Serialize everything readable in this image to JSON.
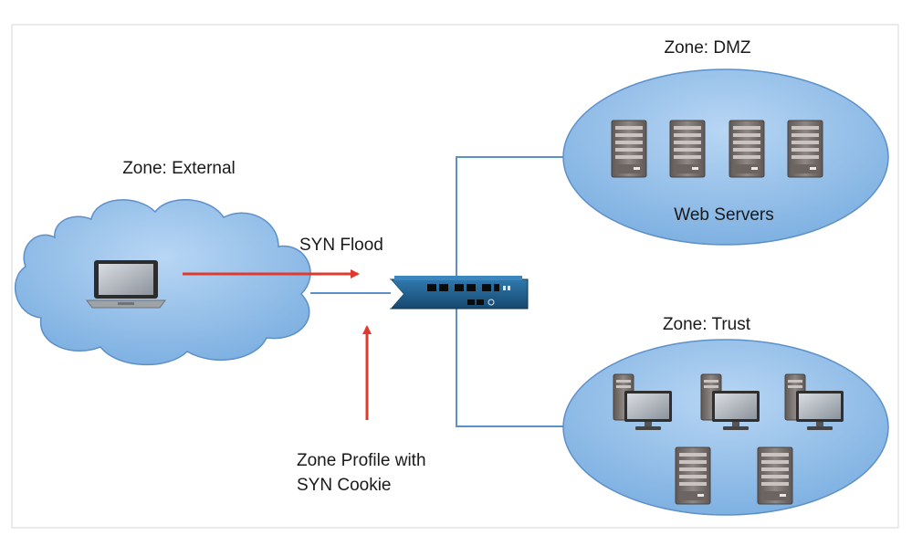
{
  "labels": {
    "zone_external": "Zone: External",
    "zone_dmz": "Zone: DMZ",
    "zone_trust": "Zone: Trust",
    "web_servers": "Web Servers",
    "syn_flood": "SYN Flood",
    "zone_profile_line1": "Zone Profile with",
    "zone_profile_line2": "SYN Cookie"
  },
  "colors": {
    "zone_fill": "#8ab8e6",
    "zone_stroke": "#5d8fc9",
    "link_line": "#5d8fc9",
    "attack_arrow": "#e03a2f",
    "firewall_body": "#1e5d8c",
    "server_body": "#7a7370"
  },
  "icons": {
    "laptop": "laptop-icon",
    "firewall": "firewall-appliance-icon",
    "server": "server-tower-icon",
    "workstation": "desktop-computer-icon"
  }
}
